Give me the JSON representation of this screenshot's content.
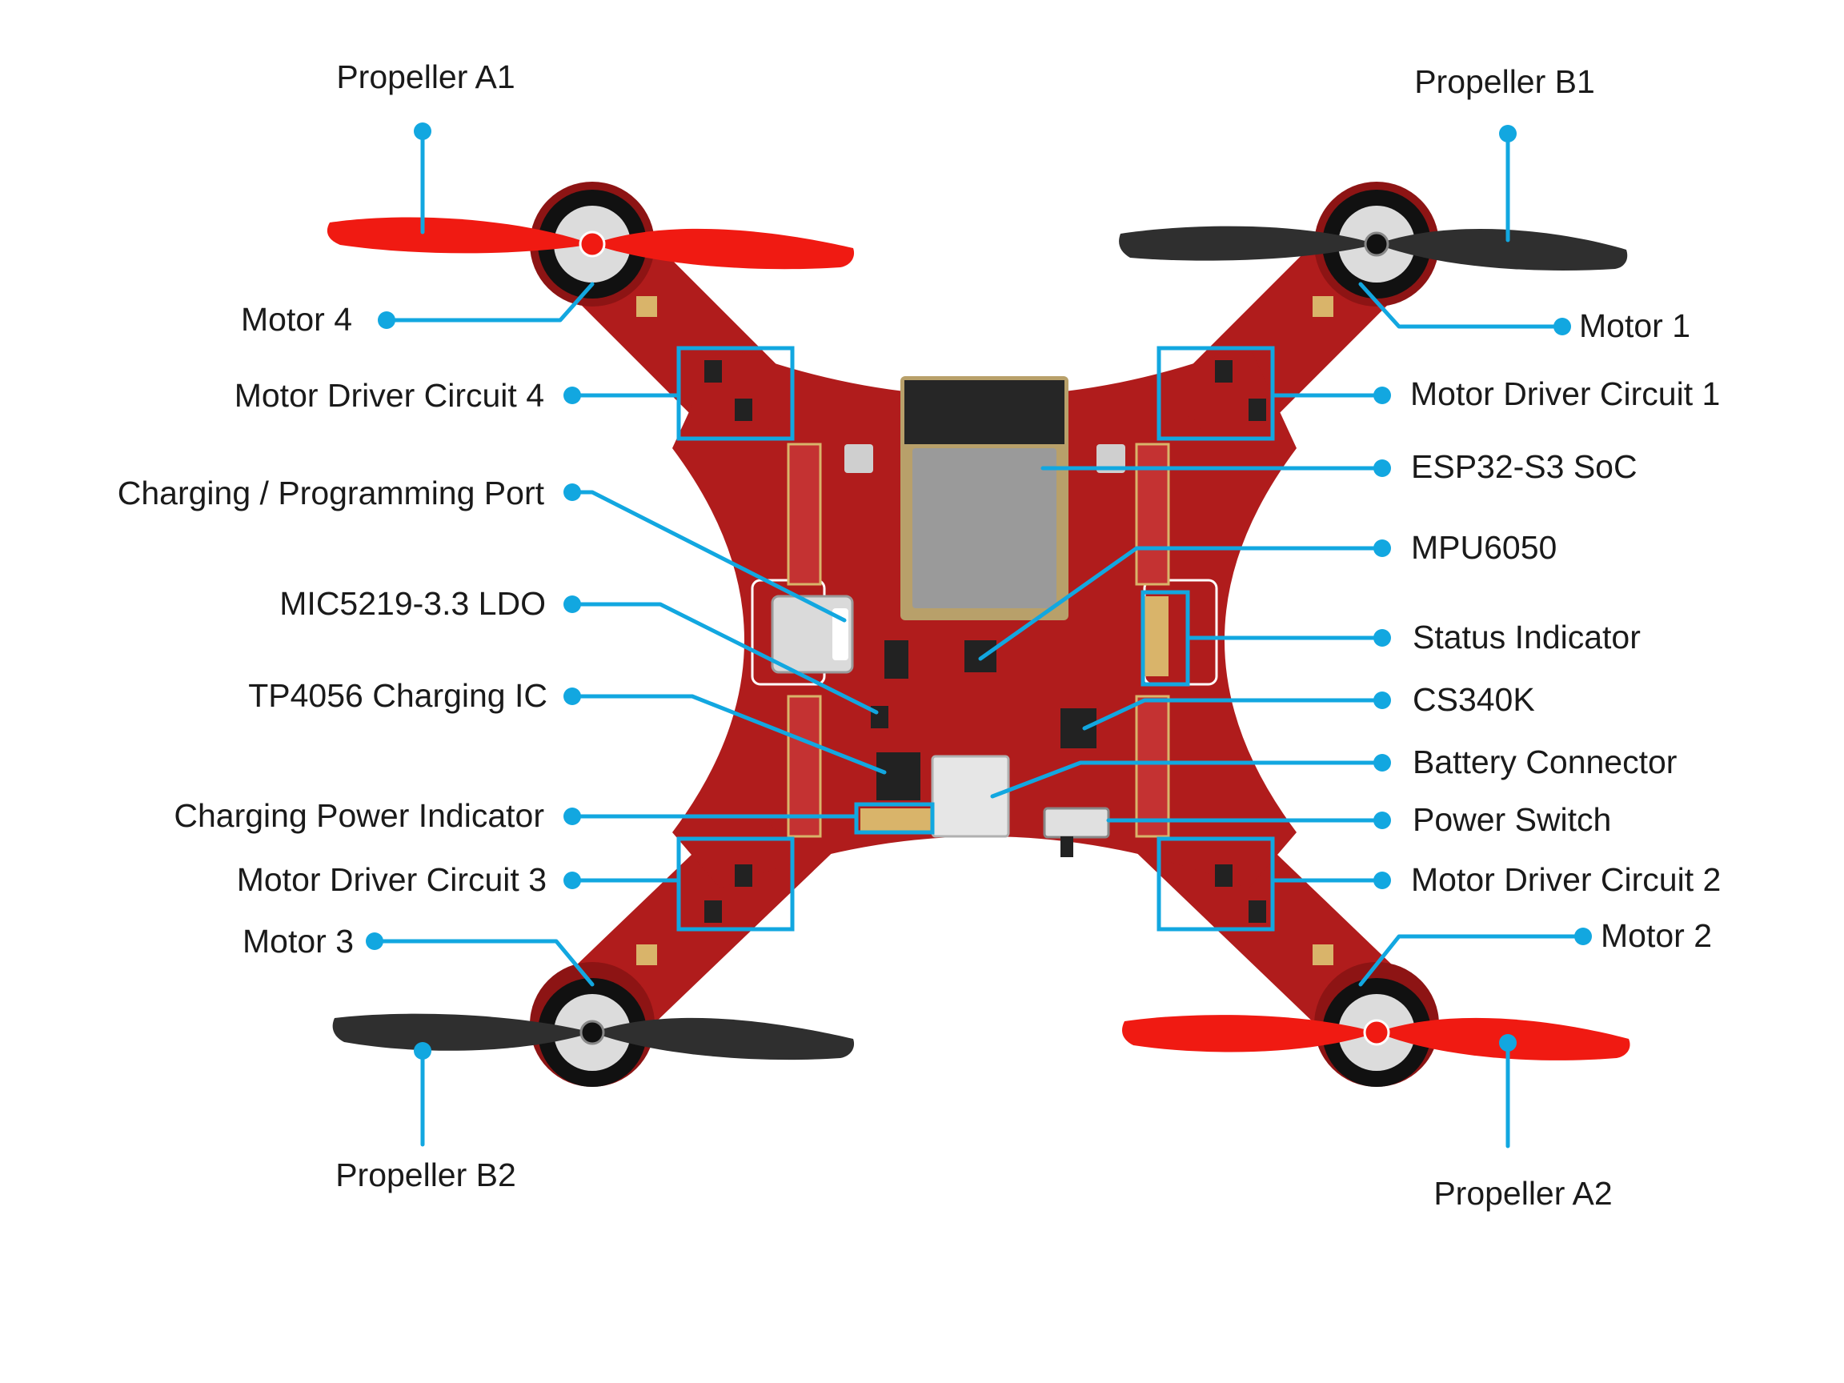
{
  "labels": {
    "propeller_a1": "Propeller A1",
    "propeller_b1": "Propeller B1",
    "propeller_b2": "Propeller B2",
    "propeller_a2": "Propeller A2",
    "motor_1": "Motor 1",
    "motor_2": "Motor 2",
    "motor_3": "Motor 3",
    "motor_4": "Motor 4",
    "motor_driver_1": "Motor Driver Circuit 1",
    "motor_driver_2": "Motor Driver Circuit 2",
    "motor_driver_3": "Motor Driver Circuit 3",
    "motor_driver_4": "Motor Driver Circuit 4",
    "charging_port": "Charging / Programming Port",
    "ldo": "MIC5219-3.3 LDO",
    "charging_ic": "TP4056 Charging IC",
    "charging_indicator": "Charging Power Indicator",
    "soc": "ESP32-S3 SoC",
    "imu": "MPU6050",
    "status_indicator": "Status Indicator",
    "usb_serial": "CS340K",
    "battery_connector": "Battery Connector",
    "power_switch": "Power Switch"
  },
  "colors": {
    "pcb": "#b01c1c",
    "pcb_dark": "#8d1414",
    "propeller_red": "#f01a12",
    "propeller_black": "#2f2f2f",
    "leader": "#12a7e0",
    "module": "#9a9a9a",
    "antenna": "#262626",
    "pad": "#d9b46a"
  }
}
